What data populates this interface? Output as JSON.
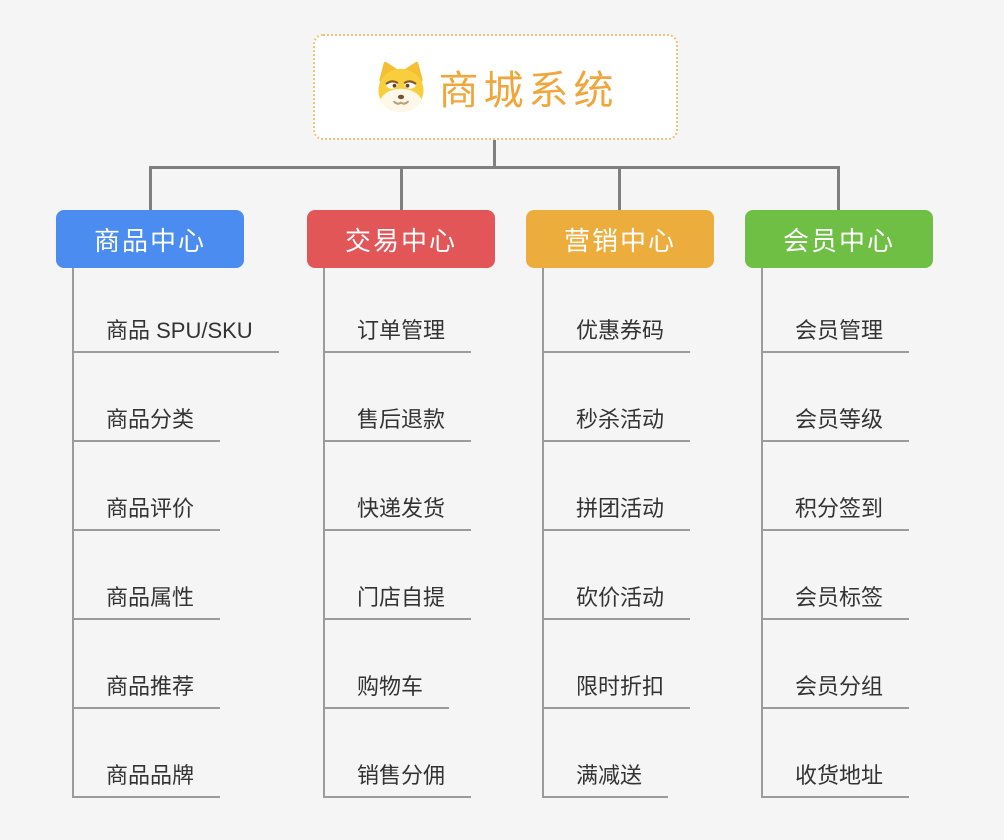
{
  "canvas": {
    "background": "#f5f5f5",
    "connector_color": "#7f7f7f",
    "leaf_line_color": "#9b9b9b",
    "leaf_text_color": "#333333"
  },
  "root": {
    "title": "商城系统",
    "icon": "doge-icon",
    "text_color": "#f0a63a",
    "border_color": "#f1c07c",
    "background": "#ffffff"
  },
  "branches": [
    {
      "label": "商品中心",
      "color": "#4a8cf0",
      "items": [
        "商品 SPU/SKU",
        "商品分类",
        "商品评价",
        "商品属性",
        "商品推荐",
        "商品品牌"
      ]
    },
    {
      "label": "交易中心",
      "color": "#e35657",
      "items": [
        "订单管理",
        "售后退款",
        "快递发货",
        "门店自提",
        "购物车",
        "销售分佣"
      ]
    },
    {
      "label": "营销中心",
      "color": "#edad3d",
      "items": [
        "优惠券码",
        "秒杀活动",
        "拼团活动",
        "砍价活动",
        "限时折扣",
        "满减送"
      ]
    },
    {
      "label": "会员中心",
      "color": "#6ebf44",
      "items": [
        "会员管理",
        "会员等级",
        "积分签到",
        "会员标签",
        "会员分组",
        "收货地址"
      ]
    }
  ]
}
